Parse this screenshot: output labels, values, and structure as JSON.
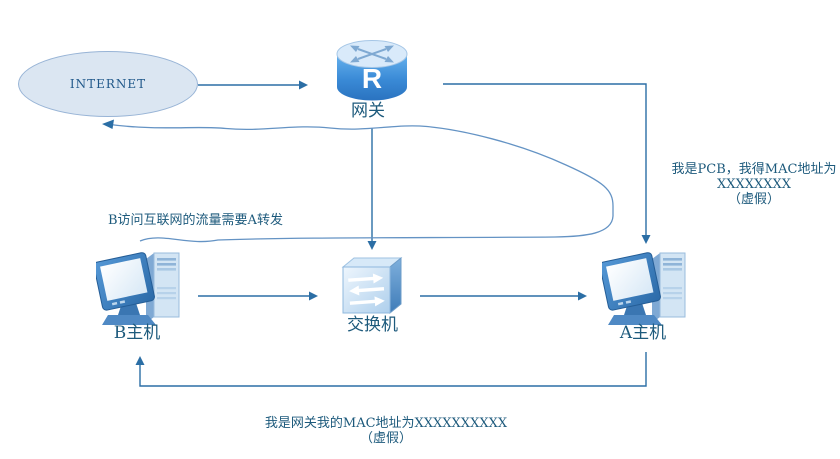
{
  "diagram": {
    "internet_label": "INTERNET",
    "router_letter": "R",
    "gateway_label": "网关",
    "switch_label": "交换机",
    "host_b_label": "B主机",
    "host_a_label": "A主机",
    "note_b_traffic": "B访问互联网的流量需要A转发",
    "note_pcb": {
      "line1": "我是PCB，我得MAC地址为",
      "line2": "XXXXXXXX",
      "line3": "（虚假）"
    },
    "note_gateway": {
      "line1": "我是网关我的MAC地址为XXXXXXXXXX",
      "line2": "（虚假）"
    },
    "colors": {
      "connector": "#2b6ea5",
      "curve": "#6493c4",
      "text": "#1d5a7c",
      "ellipse_fill": "#dbe6f2",
      "ellipse_border": "#98b4d6",
      "icon_blue": "#3a86d0"
    }
  }
}
